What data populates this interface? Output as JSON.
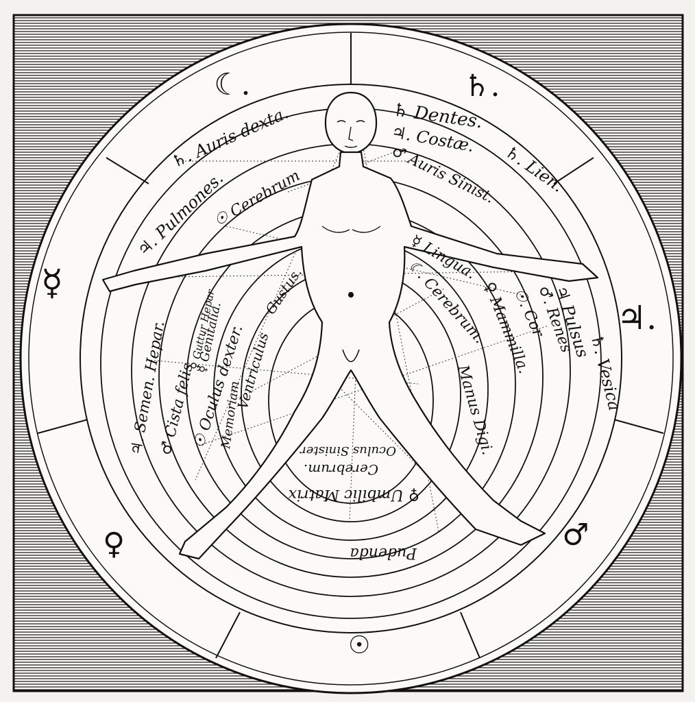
{
  "diagram": {
    "outer_symbols": {
      "moon": "☾.",
      "saturn": "♄.",
      "mercury": "☿",
      "jupiter": "♃.",
      "venus": "♀",
      "mars": "♂",
      "sun": "☉"
    },
    "ring_labels": {
      "auris_dexta": "♄. Auris dexta.",
      "dentes": "♄ Dentes.",
      "costae": "♃. Costæ.",
      "lien": "♄. Lien.",
      "auris_sinist": "♂ Auris Sinist.",
      "pulmones": "♃. Pulmones.",
      "cerebrum_upper": "☉ Cerebrum",
      "lingua": "☿ Lingua.",
      "cerebrum_mid": "☾. Cerebrum.",
      "mammilla": "♀ Mammilla.",
      "cor": "☉. Cor",
      "renes": "♂. Renes",
      "pulsus": "♃ Pulsus",
      "vesica": "♄. Vesica",
      "hepar": "♃. Semen. Hepar.",
      "cista_felis": "♂ Cista felis",
      "oculus_dexter": "☉ Oculus dexter.",
      "guttur_hepar": "♀ Guttur Hepar",
      "genitalia": "☿ Genitalia.",
      "memoriam": "Memoriam",
      "ventriculus": "Ventriculus",
      "gustus": "Gustus.",
      "manus_digi": "Manus Digi.",
      "oculus_sinister": "Oculus Sinister",
      "cerebrum_low": "Cerebrum.",
      "umbilic_matrix": "♀ Umbilic Matrix",
      "pudenda": "Pudenda"
    }
  }
}
